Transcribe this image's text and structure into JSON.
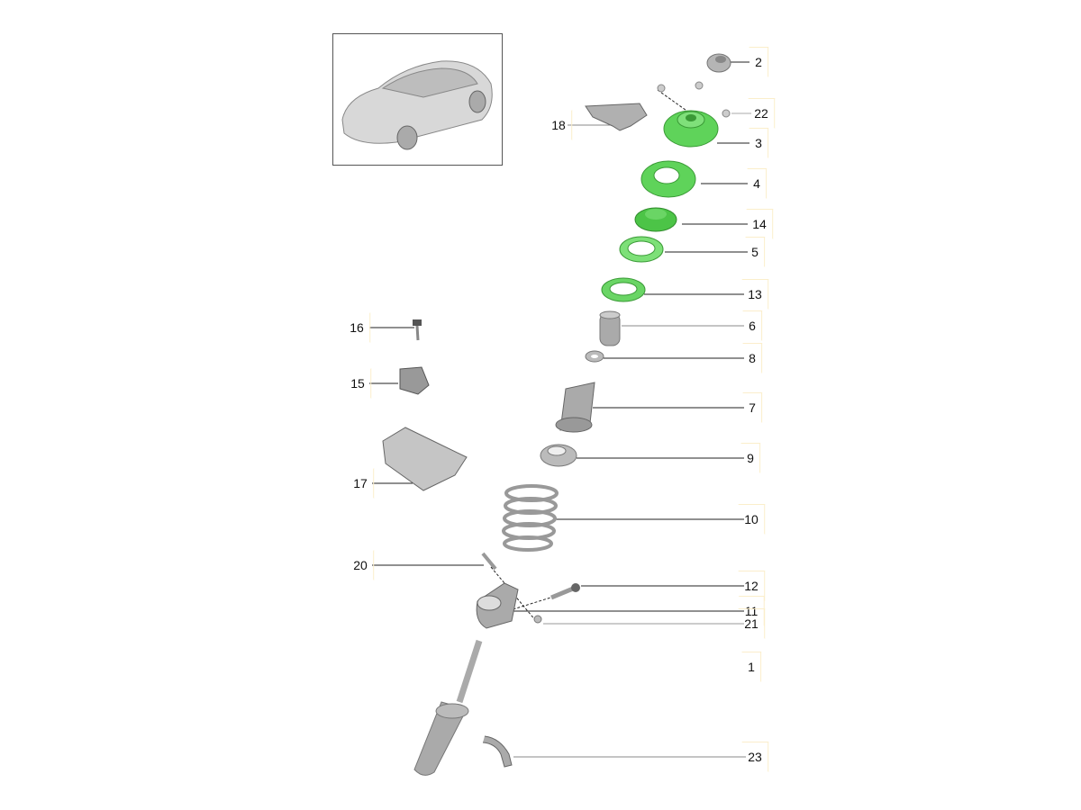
{
  "colors": {
    "highlight": "#5fd35a",
    "part": "#b8b8b8",
    "line": "#222222",
    "hotspot_border": "#fbeecb"
  },
  "thumbnail": {
    "icon": "car-overview-icon"
  },
  "callouts": [
    {
      "num": "2",
      "side": "right"
    },
    {
      "num": "22",
      "side": "right"
    },
    {
      "num": "3",
      "side": "right"
    },
    {
      "num": "18",
      "side": "left"
    },
    {
      "num": "4",
      "side": "right"
    },
    {
      "num": "14",
      "side": "right"
    },
    {
      "num": "5",
      "side": "right"
    },
    {
      "num": "13",
      "side": "right"
    },
    {
      "num": "6",
      "side": "right"
    },
    {
      "num": "8",
      "side": "right"
    },
    {
      "num": "7",
      "side": "right"
    },
    {
      "num": "9",
      "side": "right"
    },
    {
      "num": "10",
      "side": "right"
    },
    {
      "num": "12",
      "side": "right"
    },
    {
      "num": "11",
      "side": "right"
    },
    {
      "num": "21",
      "side": "right"
    },
    {
      "num": "1",
      "side": "right"
    },
    {
      "num": "23",
      "side": "right"
    },
    {
      "num": "16",
      "side": "left"
    },
    {
      "num": "15",
      "side": "left"
    },
    {
      "num": "17",
      "side": "left"
    },
    {
      "num": "20",
      "side": "left"
    }
  ]
}
